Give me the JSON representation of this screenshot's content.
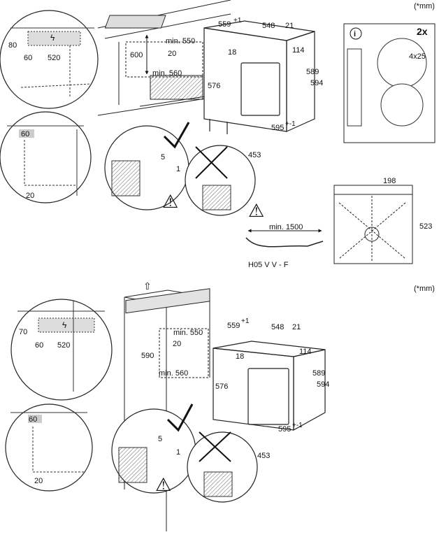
{
  "top": {
    "unit_note": "(*mm)",
    "cutout": {
      "d80": "80",
      "d60": "60",
      "d520": "520",
      "d600": "600",
      "d20": "20",
      "min550": "min. 550",
      "min560": "min. 560"
    },
    "corner_detail": {
      "d60": "60",
      "d20": "20"
    },
    "oven": {
      "w559": "559",
      "sup559": "+1",
      "d548": "548",
      "d21": "21",
      "d18": "18",
      "d114": "114",
      "d589": "589",
      "d594": "594",
      "d576": "576",
      "d595": "595",
      "sup595": "+-1",
      "d453": "453"
    },
    "mount_detail": {
      "d5": "5",
      "d1": "1"
    },
    "cable": {
      "min1500": "min. 1500",
      "type": "H05 V V - F"
    },
    "info_box": {
      "count": "2x",
      "screw": "4x25"
    },
    "door_detail": {
      "d198": "198",
      "d523": "523"
    }
  },
  "bottom": {
    "unit_note": "(*mm)",
    "cutout": {
      "d70": "70",
      "d60": "60",
      "d520": "520",
      "d590": "590",
      "d20": "20",
      "min550": "min. 550",
      "min560": "min. 560"
    },
    "corner_detail": {
      "d60": "60",
      "d20": "20"
    },
    "oven": {
      "w559": "559",
      "sup559": "+1",
      "d548": "548",
      "d21": "21",
      "d18": "18",
      "d114": "114",
      "d589": "589",
      "d594": "594",
      "d576": "576",
      "d595": "595",
      "sup595": "+-1",
      "d453": "453"
    },
    "mount_detail": {
      "d5": "5",
      "d1": "1"
    }
  }
}
